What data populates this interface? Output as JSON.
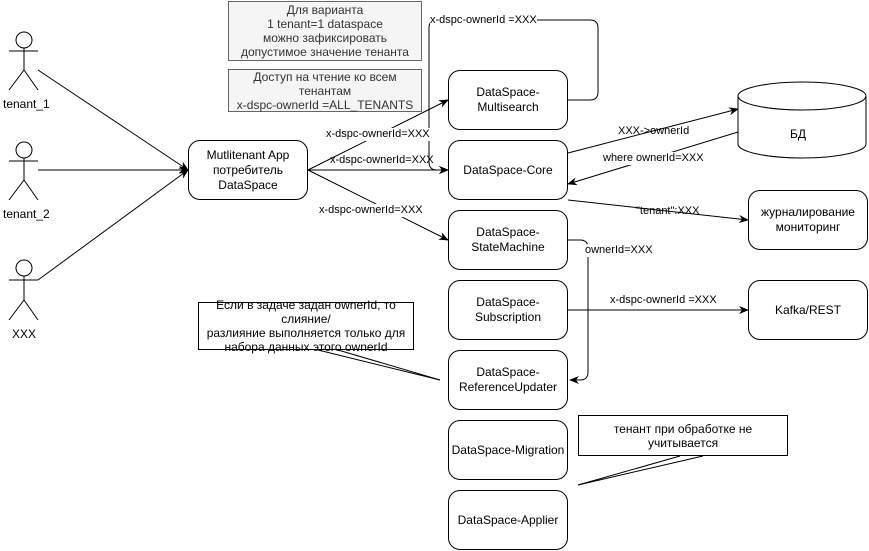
{
  "actors": [
    {
      "id": "tenant_1",
      "label": "tenant_1"
    },
    {
      "id": "tenant_2",
      "label": "tenant_2"
    },
    {
      "id": "xxx",
      "label": "XXX"
    }
  ],
  "notes": {
    "variant": "Для варианта\n1 tenant=1 dataspace\nможно зафиксировать\nдопустимое значение тенанта",
    "read_access": "Доступ на чтение ко всем\nтенантам\nx-dspc-ownerId =ALL_TENANTS"
  },
  "app": {
    "label": "Mutlitenant App\nпотребитель\nDataSpace"
  },
  "services": {
    "multisearch": "DataSpace-\nMultisearch",
    "core": "DataSpace-Core",
    "statemachine": "DataSpace-\nStateMachine",
    "subscription": "DataSpace-\nSubscription",
    "referenceupdater": "DataSpace-\nReferenceUpdater",
    "migration": "DataSpace-Migration",
    "applier": "DataSpace-Applier"
  },
  "external": {
    "db": "БД",
    "logging": "журналирование\nмониторинг",
    "kafka": "Kafka/REST"
  },
  "edge_labels": {
    "app_to_multisearch": "x-dspc-ownerId=XXX",
    "app_to_core": "x-dspc-ownerId=XXX",
    "app_to_statemachine": "x-dspc-ownerId=XXX",
    "multisearch_to_core": "x-dspc-ownerId =XXX",
    "core_to_db": "XXX->ownerId",
    "db_to_core": "where ownerId=XXX",
    "core_to_logging": "\"tenant\":XXX",
    "statemachine_to_refupdater": "ownerId=XXX",
    "subscription_to_kafka": "x-dspc-ownerId =XXX"
  },
  "callouts": {
    "refupdater": "Если в задаче задан ownerId, то слияние/\nразлияние выполняется только для\nнабора данных этого ownerId",
    "applier": "тенант при обработке не\nучитывается"
  }
}
